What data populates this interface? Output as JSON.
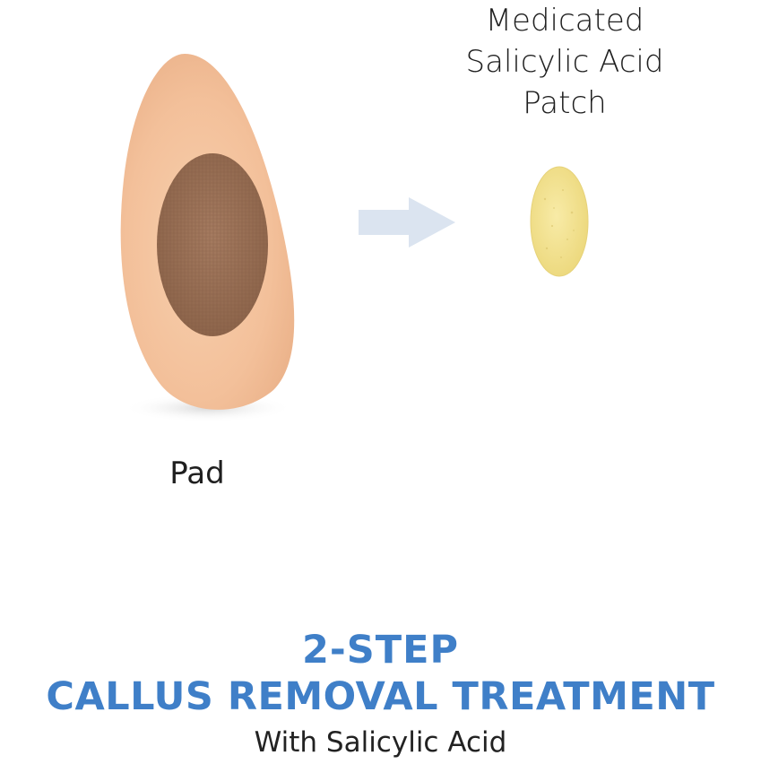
{
  "patch": {
    "label_line1": "Medicated",
    "label_line2": "Salicylic Acid",
    "label_line3": "Patch"
  },
  "pad": {
    "label": "Pad"
  },
  "headline": {
    "line1": "2-STEP",
    "line2": "CALLUS REMOVAL TREATMENT"
  },
  "subhead": {
    "text": "With Salicylic Acid"
  },
  "colors": {
    "headline_blue": "#3f7fc8",
    "pad_skin": "#f3c29c",
    "pad_center": "#9c7257",
    "patch_yellow": "#f2e28e",
    "arrow_blue": "#dbe4f0"
  }
}
